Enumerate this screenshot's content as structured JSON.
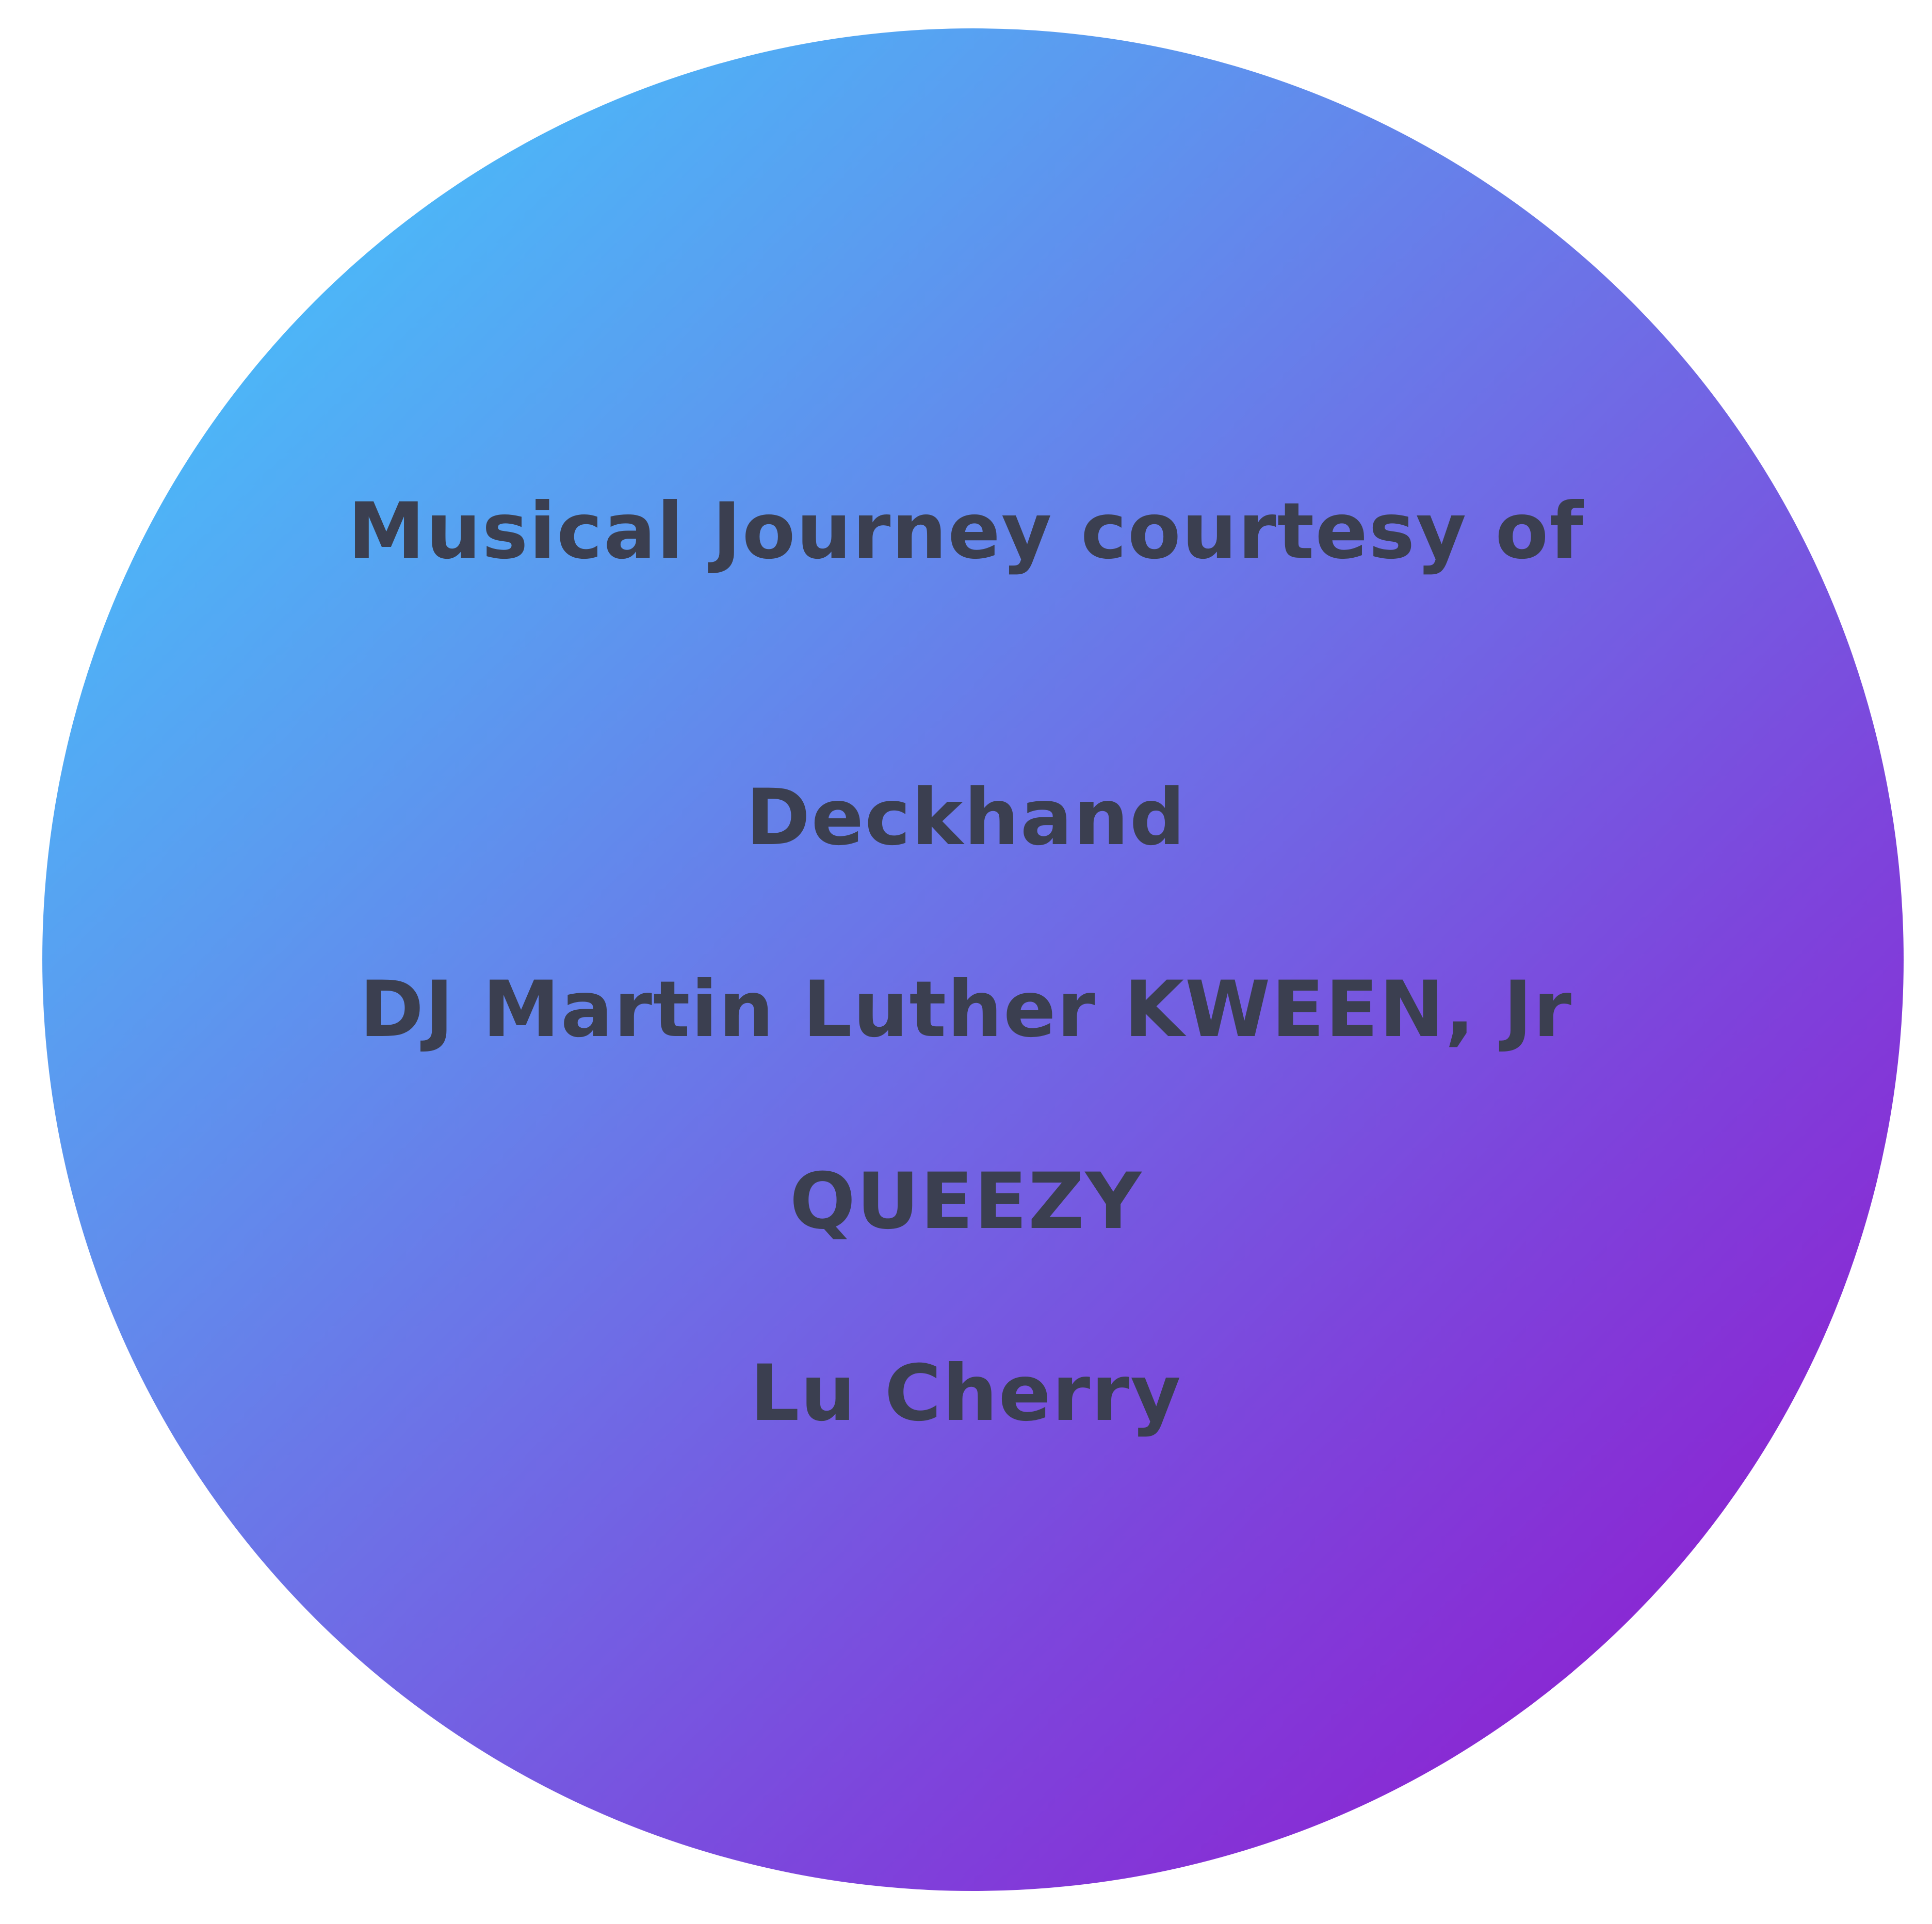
{
  "heading": "Musical Journey courtesy of",
  "artists": [
    "Deckhand",
    "DJ Martin Luther KWEEN, Jr",
    "QUEEZY",
    "Lu Cherry"
  ],
  "colors": {
    "gradient_start": "#3fd0ff",
    "gradient_end": "#9410cc",
    "text": "#3b3f50"
  }
}
